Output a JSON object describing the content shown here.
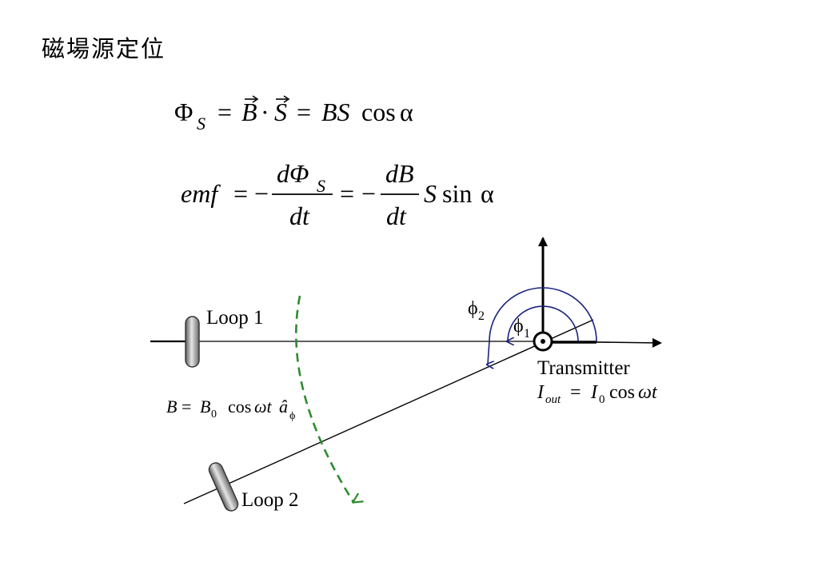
{
  "slide": {
    "title": "磁場源定位"
  },
  "equation1": {
    "phi": "Φ",
    "sub_s": "S",
    "eq": "=",
    "b": "B",
    "dot": "·",
    "s": "S",
    "rhs": "BS",
    "cos": "cos",
    "alpha": "α"
  },
  "equation2": {
    "emf": "emf",
    "eq": "=",
    "minus": "−",
    "num1": "dΦ",
    "num1_sub": "S",
    "den1": "dt",
    "num2": "dB",
    "den2": "dt",
    "s": "S",
    "sin": "sin",
    "alpha": "α"
  },
  "diagram": {
    "loop1_label": "Loop 1",
    "loop2_label": "Loop 2",
    "phi1_label": "ϕ",
    "phi1_sub": "1",
    "phi2_label": "ϕ",
    "phi2_sub": "2",
    "transmitter_label": "Transmitter",
    "current": {
      "i": "I",
      "i_sub": "out",
      "eq": "=",
      "i0": "I",
      "i0_sub": "0",
      "cos": "cos",
      "omega_t": "ωt"
    },
    "field": {
      "b": "B",
      "eq": "=",
      "b0": "B",
      "b0_sub": "0",
      "cos": "cos",
      "omega_t": "ωt",
      "a": "â",
      "a_sub": "ϕ"
    },
    "colors": {
      "arc": "#1a237e",
      "field_dash": "#2e8b2e",
      "line": "#000000"
    }
  }
}
